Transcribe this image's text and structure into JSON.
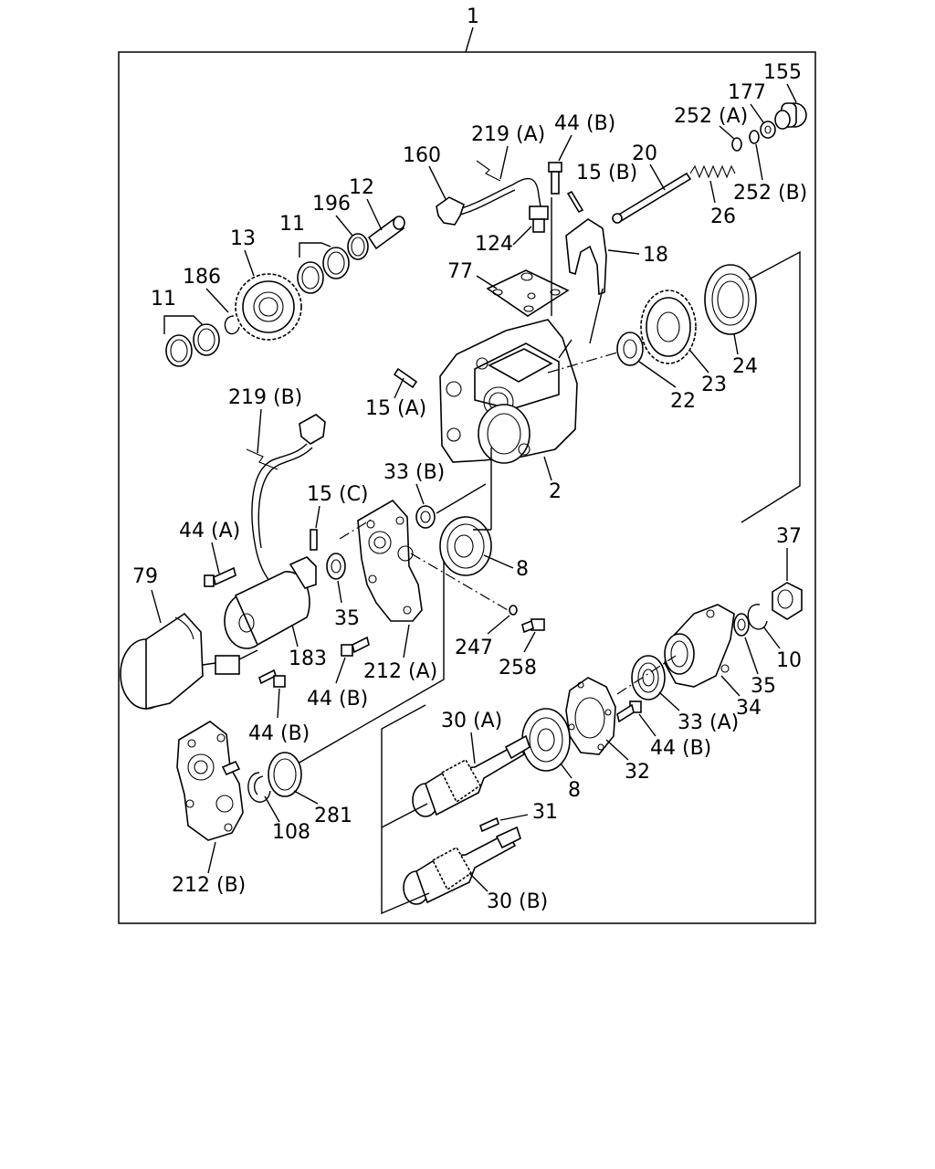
{
  "diagram": {
    "callouts": {
      "c1": "1",
      "c155": "155",
      "c177": "177",
      "c252a": "252 (A)",
      "c252b": "252 (B)",
      "c44b_top": "44 (B)",
      "c219a": "219 (A)",
      "c160": "160",
      "c20": "20",
      "c15b": "15 (B)",
      "c26": "26",
      "c12": "12",
      "c196": "196",
      "c11_mid": "11",
      "c13": "13",
      "c124": "124",
      "c18": "18",
      "c77": "77",
      "c186": "186",
      "c11_left": "11",
      "c24": "24",
      "c23": "23",
      "c22": "22",
      "c15a": "15 (A)",
      "c219b": "219 (B)",
      "c33b": "33 (B)",
      "c2": "2",
      "c15c": "15 (C)",
      "c44a": "44 (A)",
      "c37": "37",
      "c79": "79",
      "c8_mid": "8",
      "c35_left": "35",
      "c183": "183",
      "c247": "247",
      "c258": "258",
      "c10": "10",
      "c212a": "212 (A)",
      "c35_right": "35",
      "c34": "34",
      "c44b_mid": "44 (B)",
      "c33a": "33 (A)",
      "c44b_left": "44 (B)",
      "c30a": "30 (A)",
      "c44b_right": "44 (B)",
      "c32": "32",
      "c8_low": "8",
      "c281": "281",
      "c108": "108",
      "c31": "31",
      "c212b": "212 (B)",
      "c30b": "30 (B)"
    }
  }
}
